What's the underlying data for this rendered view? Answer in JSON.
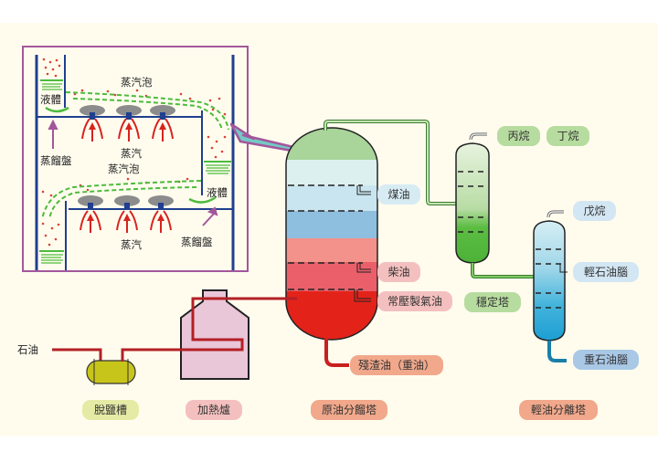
{
  "colors": {
    "background": "#fffcee",
    "frame": "#a3579b",
    "column_wall": "#1f3f8f",
    "liquid_green": "#4dbb3d",
    "vapor_red": "#d9231d",
    "arrow_fill": "#74c8c6"
  },
  "inset": {
    "labels": {
      "bubble_top": "蒸汽泡",
      "liquid_top": "液體",
      "tray_top": "蒸餾盤",
      "vapor_mid": "蒸汽",
      "bubble_mid": "蒸汽泡",
      "liquid_bottom": "液體",
      "tray_bottom": "蒸餾盤",
      "vapor_bottom": "蒸汽"
    }
  },
  "input_label": "石油",
  "equipment": {
    "desalter": {
      "label": "脫鹽槽",
      "color": "#e5eba5"
    },
    "furnace": {
      "label": "加熱爐",
      "color": "#f4c0bf"
    },
    "crude_tower": {
      "label": "原油分餾塔",
      "color": "#f1a88b"
    },
    "stabilizer": {
      "label": "穩定塔",
      "color": "#b7dc9f"
    },
    "light_oil_splitter": {
      "label": "輕油分離塔",
      "color": "#f1a88b"
    }
  },
  "products": {
    "kerosene": {
      "label": "煤油",
      "color": "#d7ebf3"
    },
    "diesel": {
      "label": "柴油",
      "color": "#f4c0bf"
    },
    "atmospheric_gas_oil": {
      "label": "常壓製氣油",
      "color": "#f4c0bf"
    },
    "residue": {
      "label": "殘渣油（重油）",
      "color": "#f1a88b"
    },
    "propane": {
      "label": "丙烷",
      "color": "#b7dc9f"
    },
    "butane": {
      "label": "丁烷",
      "color": "#b7dc9f"
    },
    "pentane": {
      "label": "戊烷",
      "color": "#d3e6f3"
    },
    "light_naphtha": {
      "label": "輕石油腦",
      "color": "#d3e6f3"
    },
    "heavy_naphtha": {
      "label": "重石油腦",
      "color": "#a9c8e6"
    }
  }
}
